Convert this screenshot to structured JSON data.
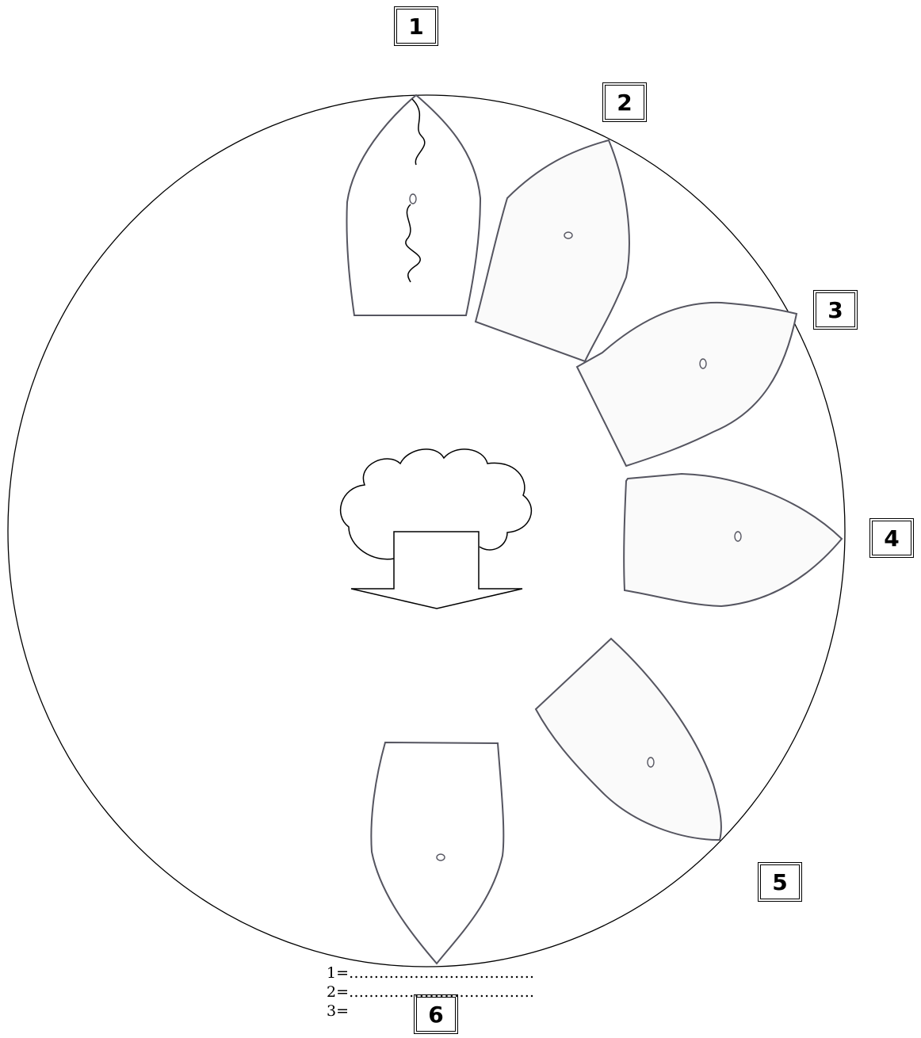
{
  "stage_labels": [
    "1",
    "2",
    "3",
    "4",
    "5",
    "6"
  ],
  "answer_lines": [
    "1=……………………………….",
    "2=……………………………….",
    "3="
  ],
  "colors": {
    "outline": "#000000",
    "sketch": "#555560",
    "background": "#ffffff"
  }
}
